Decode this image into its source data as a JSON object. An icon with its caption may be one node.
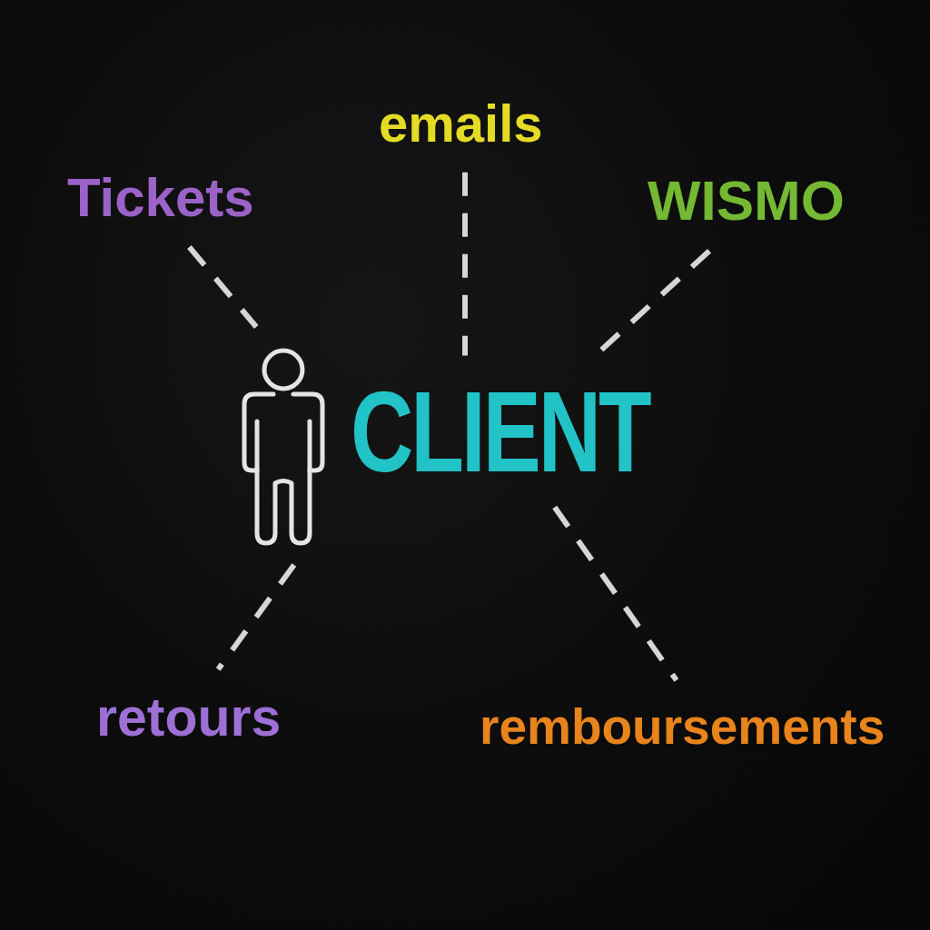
{
  "diagram": {
    "nodes": [
      {
        "text": [
          "emails"
        ]
      },
      {
        "text": [
          "Tickets"
        ]
      },
      {
        "text": [
          "WISMO"
        ]
      },
      {
        "text": [],
        "shape": "person"
      },
      {
        "text": [
          "CLIENT"
        ]
      },
      {
        "text": [
          "retours"
        ]
      },
      {
        "text": [
          "remboursements"
        ]
      }
    ],
    "edges": [
      {
        "from": 1,
        "to": 3,
        "arrow": "none",
        "style": "dashed"
      },
      {
        "from": 0,
        "to": 4,
        "arrow": "none",
        "style": "dashed"
      },
      {
        "from": 2,
        "to": 4,
        "arrow": "none",
        "style": "dashed"
      },
      {
        "from": 3,
        "to": 5,
        "arrow": "none",
        "style": "dashed"
      },
      {
        "from": 4,
        "to": 6,
        "arrow": "none",
        "style": "dashed"
      }
    ]
  }
}
